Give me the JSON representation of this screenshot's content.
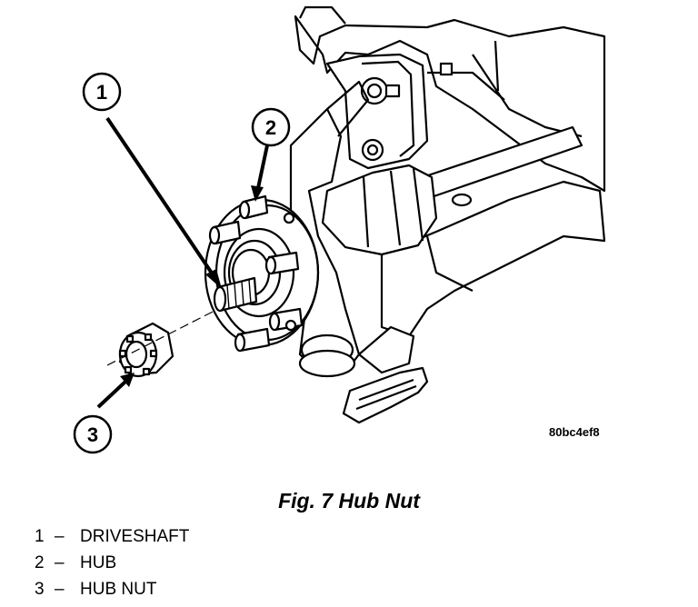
{
  "figure": {
    "code": "80bc4ef8",
    "caption": "Fig. 7 Hub Nut"
  },
  "callouts": [
    {
      "number": "1"
    },
    {
      "number": "2"
    },
    {
      "number": "3"
    }
  ],
  "legend": [
    {
      "number": "1",
      "dash": "–",
      "label": "DRIVESHAFT"
    },
    {
      "number": "2",
      "dash": "–",
      "label": "HUB"
    },
    {
      "number": "3",
      "dash": "–",
      "label": "HUB NUT"
    }
  ],
  "colors": {
    "ink": "#000000",
    "paper": "#ffffff"
  }
}
